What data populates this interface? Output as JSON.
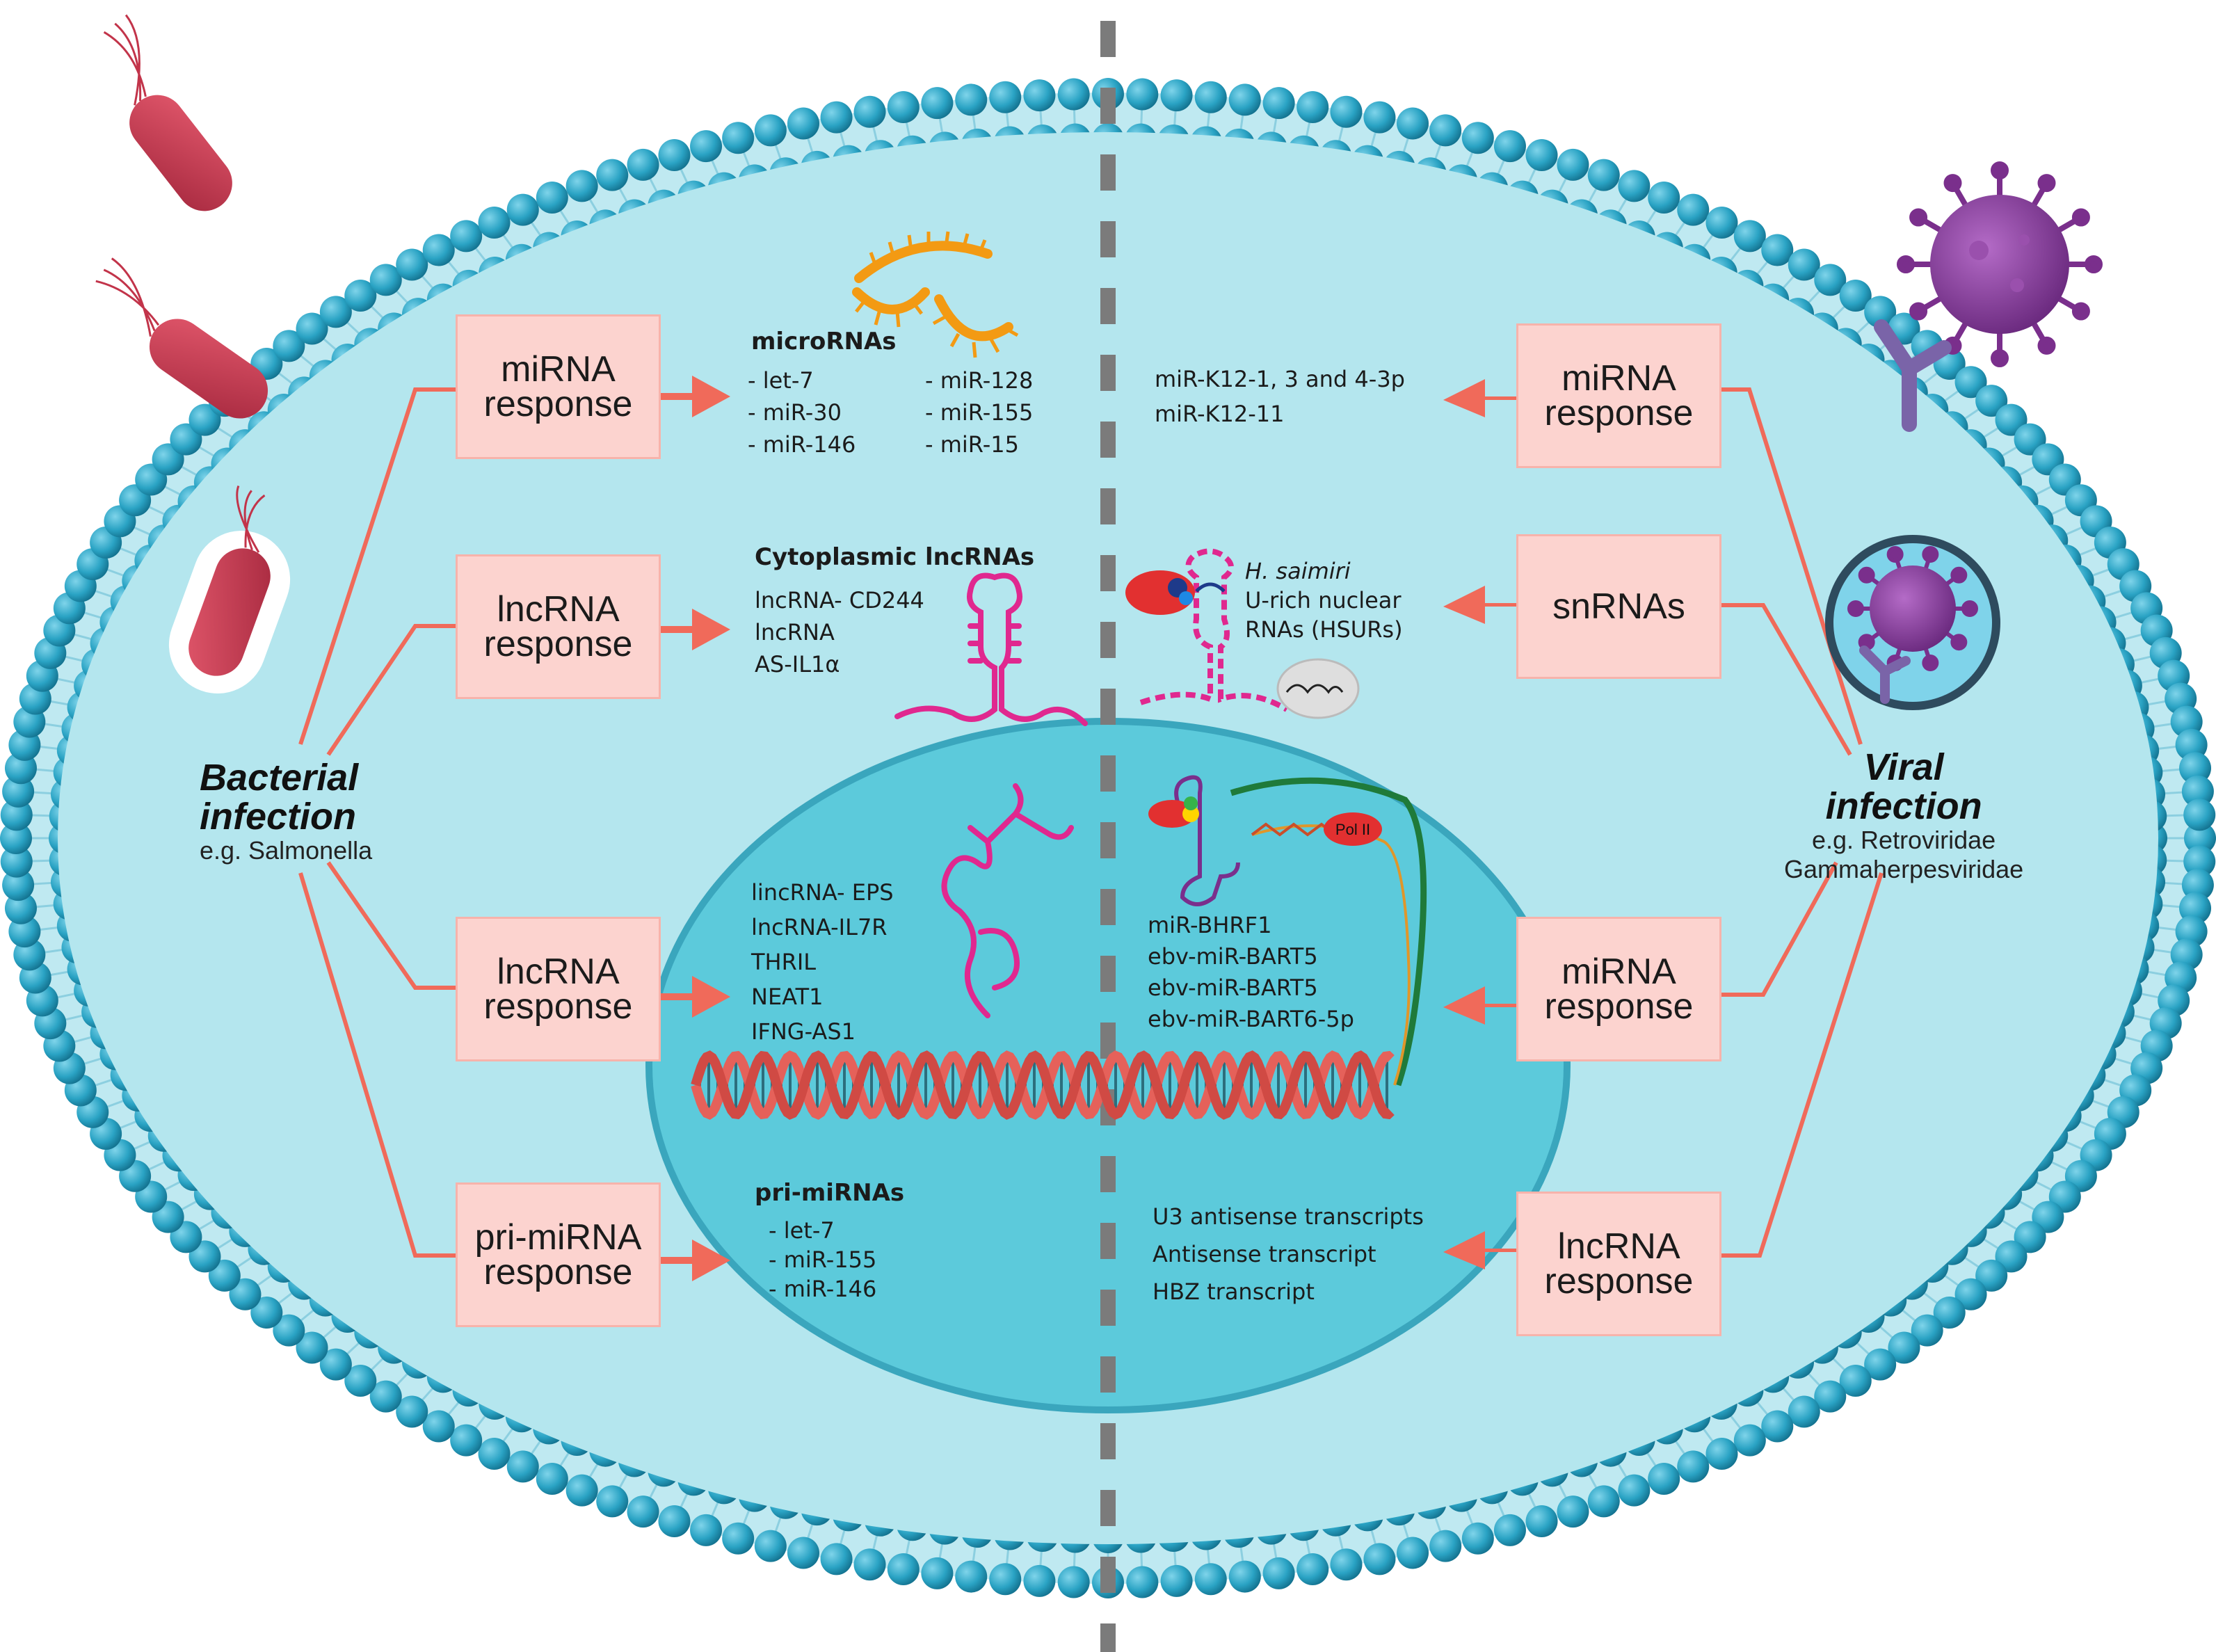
{
  "sides": {
    "bacterial": {
      "title_line1": "Bacterial",
      "title_line2": "infection",
      "example": "e.g. Salmonella"
    },
    "viral": {
      "title_line1": "Viral",
      "title_line2": "infection",
      "example_line1": "e.g. Retroviridae",
      "example_line2": "Gammaherpesviridae"
    }
  },
  "left_boxes": [
    {
      "line1": "miRNA",
      "line2": "response"
    },
    {
      "line1": "lncRNA",
      "line2": "response"
    },
    {
      "line1": "lncRNA",
      "line2": "response"
    },
    {
      "line1": "pri-miRNA",
      "line2": "response"
    }
  ],
  "right_boxes": [
    {
      "line1": "miRNA",
      "line2": "response"
    },
    {
      "line1": "snRNAs",
      "line2": ""
    },
    {
      "line1": "miRNA",
      "line2": "response"
    },
    {
      "line1": "lncRNA",
      "line2": "response"
    }
  ],
  "left_lists": {
    "micro": {
      "heading": "microRNAs",
      "col1": [
        "- let-7",
        "- miR-30",
        "- miR-146"
      ],
      "col2": [
        "- miR-128",
        "- miR-155",
        "- miR-15"
      ]
    },
    "cyto": {
      "heading": "Cytoplasmic lncRNAs",
      "items": [
        "lncRNA- CD244",
        "lncRNA",
        "AS-IL1α"
      ]
    },
    "nuclear": {
      "items": [
        "lincRNA- EPS",
        "lncRNA-IL7R",
        "THRIL",
        "NEAT1",
        "IFNG-AS1"
      ]
    },
    "pri": {
      "heading": "pri-miRNAs",
      "items": [
        "- let-7",
        "- miR-155",
        "- miR-146"
      ]
    }
  },
  "right_lists": {
    "mirna_cyto": {
      "items": [
        "miR-K12-1, 3 and 4-3p",
        "miR-K12-11"
      ]
    },
    "snrna": {
      "line1": "H. saimiri",
      "line2": "U-rich nuclear",
      "line3": "RNAs (HSURs)"
    },
    "mirna_nuc": {
      "items": [
        "miR-BHRF1",
        "ebv-miR-BART5",
        "ebv-miR-BART5",
        "ebv-miR-BART6-5p"
      ]
    },
    "lnc_nuc": {
      "items": [
        "U3 antisense transcripts",
        "Antisense transcript",
        "HBZ transcript"
      ]
    }
  },
  "labels": {
    "pol2": "Pol II"
  },
  "colors": {
    "cytoplasm": "#b4e6ee",
    "lipid_head": "#2aa3c4",
    "nucleus": "#5ccadb",
    "box_fill": "#fcd3cf",
    "connector": "#f06a5a",
    "rna_pink": "#e0288f",
    "rna_orange": "#f39a13",
    "bacteria": "#c2344a",
    "virus": "#7a2f8c",
    "dna_red": "#e5615a",
    "dna_dark": "#2c6e7d"
  }
}
